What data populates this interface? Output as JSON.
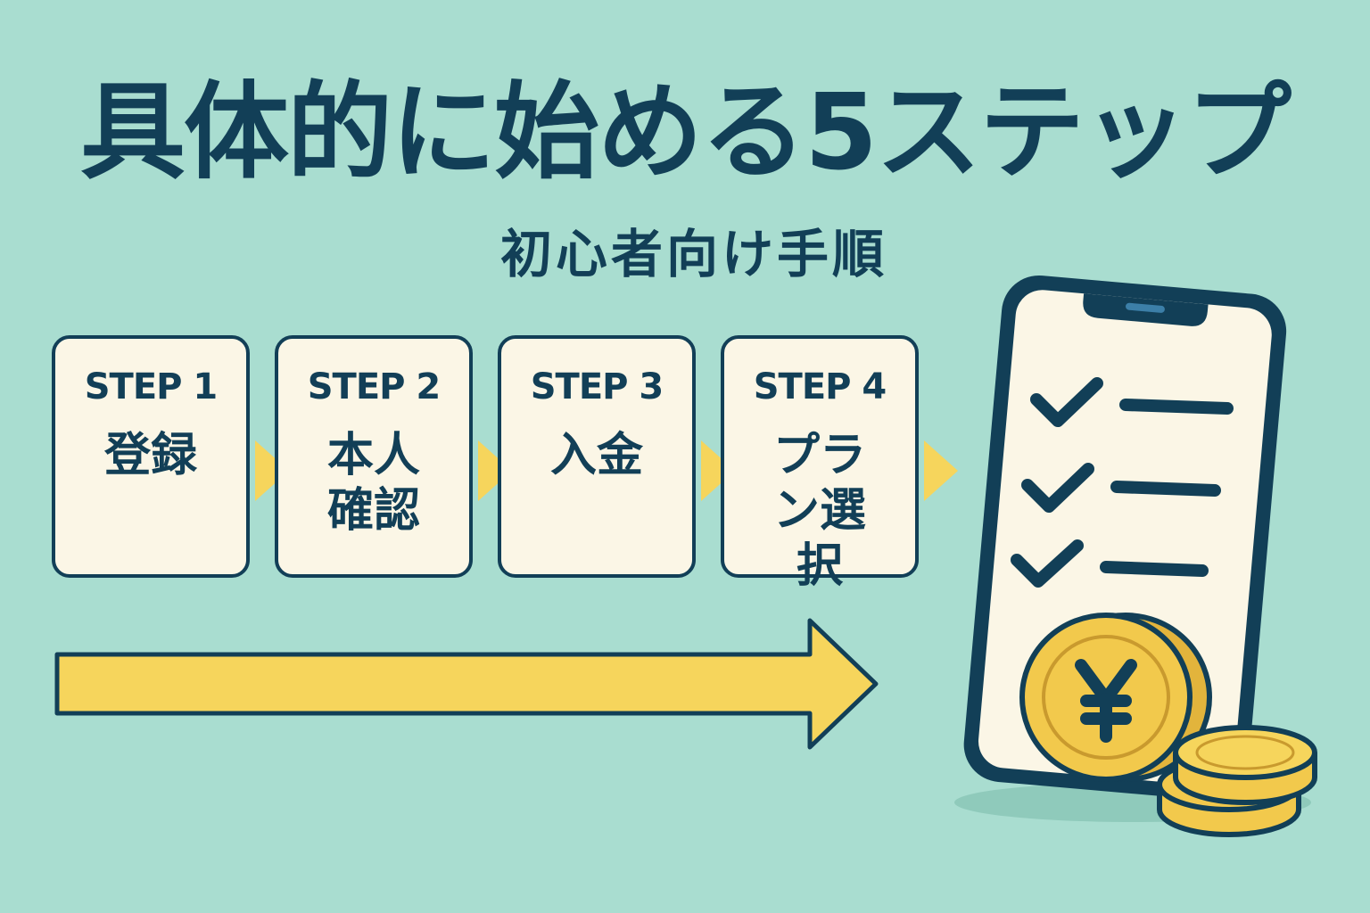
{
  "title": "具体的に始める5ステップ",
  "subtitle": "初心者向け手順",
  "steps": [
    {
      "label": "STEP 1",
      "name": "登録"
    },
    {
      "label": "STEP 2",
      "name": "本人確認"
    },
    {
      "label": "STEP 3",
      "name": "入金"
    },
    {
      "label": "STEP 4",
      "name": "プラン選択"
    }
  ],
  "illustration": {
    "device": "smartphone",
    "checklist_items": 3,
    "coin_symbol": "¥"
  },
  "colors": {
    "background": "#a9ddd0",
    "navy": "#123f57",
    "card": "#fbf6e6",
    "yellow": "#f6d55c",
    "coin_gold": "#f2c94c"
  },
  "icons": [
    "check-icon",
    "yen-coin-icon",
    "arrow-right-icon"
  ]
}
